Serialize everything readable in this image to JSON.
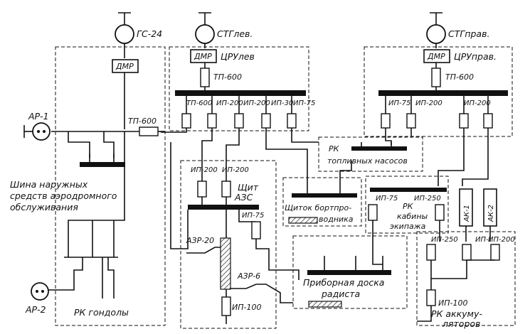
{
  "generators": {
    "gs24": "ГС-24",
    "stg_left": "СТГлев.",
    "stg_right": "СТГправ."
  },
  "dmr": "ДМР",
  "distribution": {
    "cru_left": "ЦРУлев",
    "cru_right": "ЦРУправ."
  },
  "fuses": {
    "tp600": "ТП-600",
    "ip200": "ИП-200",
    "ip30": "ИП-30",
    "ip75": "ИП-75",
    "ip250": "ИП-250",
    "ip100": "ИП-100",
    "ip": "ИП-"
  },
  "ground_power": {
    "ar1": "АР-1",
    "ar2": "АР-2",
    "bus_label_line1": "Шина наружных",
    "bus_label_line2": "средств аэродромного",
    "bus_label_line3": "обслуживания"
  },
  "panels": {
    "rk_gondola": "РК гондолы",
    "rk_fuel_line1": "РК",
    "rk_fuel_line2": "топливных насосов",
    "azs_shield_line1": "Щит",
    "azs_shield_line2": "АЗС",
    "flight_engineer_line1": "Щиток бортпро-",
    "flight_engineer_line2": "водника",
    "crew_cabin_line1": "РК",
    "crew_cabin_line2": "кабины",
    "crew_cabin_line3": "экипажа",
    "radio_line1": "Приборная доска",
    "radio_line2": "радиста",
    "battery_line1": "РК аккуму-",
    "battery_line2": "ляторов"
  },
  "breakers": {
    "azr20": "АЗР-20",
    "azr6": "АЗР-6"
  },
  "batteries": {
    "ak1": "АК-1",
    "ak2": "АК-2"
  }
}
